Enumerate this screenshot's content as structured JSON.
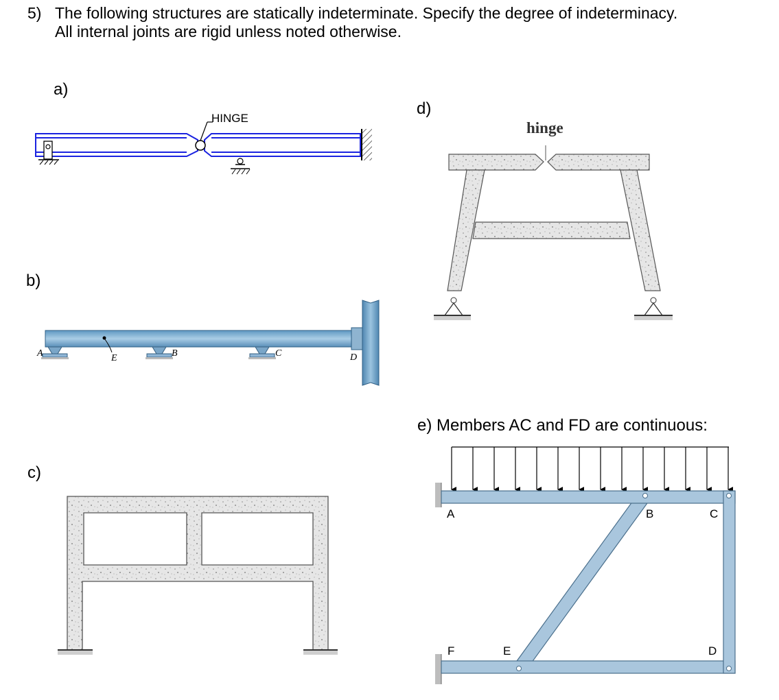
{
  "question": {
    "number": "5)",
    "line1": "The following structures are statically indeterminate. Specify the degree of indeterminacy.",
    "line2": "All internal joints are rigid unless noted otherwise."
  },
  "parts": {
    "a": {
      "label": "a)",
      "hinge_label": "HINGE"
    },
    "b": {
      "label": "b)",
      "point_labels": [
        "A",
        "E",
        "B",
        "C",
        "D"
      ]
    },
    "c": {
      "label": "c)"
    },
    "d": {
      "label": "d)",
      "hinge_label": "hinge"
    },
    "e": {
      "label": "e) Members AC and FD are continuous:",
      "point_labels": [
        "A",
        "B",
        "C",
        "F",
        "E",
        "D"
      ]
    }
  },
  "colors": {
    "beam_blue": "#1a22e0",
    "steel_blue": "#7fb0d2",
    "concrete": "#e4e4e4",
    "member_blue": "#a9c6dd"
  }
}
